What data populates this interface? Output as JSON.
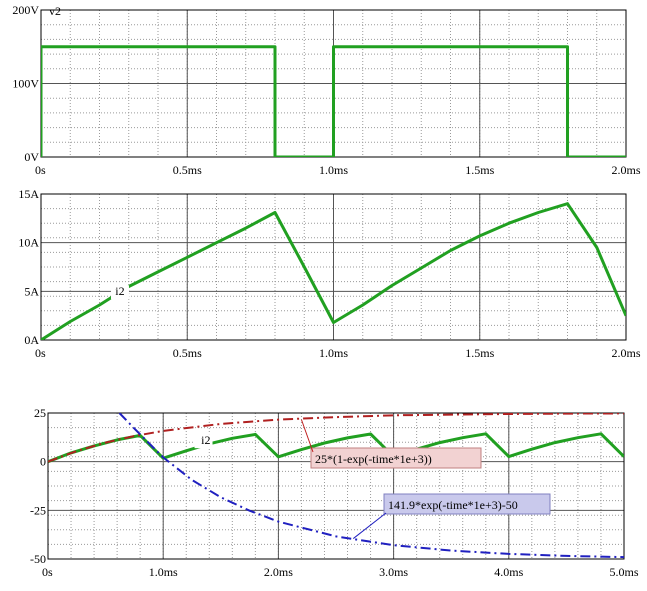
{
  "chart_data": [
    {
      "type": "line",
      "trace_label": "v2",
      "ylim": [
        0,
        200
      ],
      "xlim": [
        0,
        2.0
      ],
      "xticks": [
        0,
        0.5,
        1.0,
        1.5,
        2.0
      ],
      "xtick_labels": [
        "0s",
        "0.5ms",
        "1.0ms",
        "1.5ms",
        "2.0ms"
      ],
      "yticks": [
        0,
        100,
        200
      ],
      "ytick_labels": [
        "0V",
        "100V",
        "200V"
      ],
      "grid": true,
      "series": [
        {
          "color": "#21a021",
          "points": [
            [
              0,
              0
            ],
            [
              0,
              150
            ],
            [
              0.8,
              150
            ],
            [
              0.8,
              0
            ],
            [
              1.0,
              0
            ],
            [
              1.0,
              150
            ],
            [
              1.8,
              150
            ],
            [
              1.8,
              0
            ],
            [
              2.0,
              0
            ]
          ]
        }
      ]
    },
    {
      "type": "line",
      "trace_label": "i2",
      "ylim": [
        0,
        15
      ],
      "xlim": [
        0,
        2.0
      ],
      "xticks": [
        0,
        0.5,
        1.0,
        1.5,
        2.0
      ],
      "xtick_labels": [
        "0s",
        "0.5ms",
        "1.0ms",
        "1.5ms",
        "2.0ms"
      ],
      "yticks": [
        0,
        5,
        10,
        15
      ],
      "ytick_labels": [
        "0A",
        "5A",
        "10A",
        "15A"
      ],
      "grid": true,
      "series": [
        {
          "color": "#21a021",
          "points": [
            [
              0,
              0
            ],
            [
              0.1,
              1.9
            ],
            [
              0.2,
              3.6
            ],
            [
              0.3,
              5.5
            ],
            [
              0.4,
              7.0
            ],
            [
              0.5,
              8.5
            ],
            [
              0.6,
              10.0
            ],
            [
              0.7,
              11.5
            ],
            [
              0.8,
              13.1
            ],
            [
              0.9,
              7.5
            ],
            [
              1.0,
              1.8
            ],
            [
              1.1,
              3.6
            ],
            [
              1.2,
              5.6
            ],
            [
              1.3,
              7.4
            ],
            [
              1.4,
              9.2
            ],
            [
              1.5,
              10.7
            ],
            [
              1.6,
              12.0
            ],
            [
              1.7,
              13.1
            ],
            [
              1.8,
              14.0
            ],
            [
              1.9,
              9.5
            ],
            [
              2.0,
              2.5
            ]
          ]
        }
      ]
    },
    {
      "type": "line",
      "ylim": [
        -50,
        25
      ],
      "xlim": [
        0,
        5.0
      ],
      "xticks": [
        0,
        1.0,
        2.0,
        3.0,
        4.0,
        5.0
      ],
      "xtick_labels": [
        "0s",
        "1.0ms",
        "2.0ms",
        "3.0ms",
        "4.0ms",
        "5.0ms"
      ],
      "yticks": [
        -50,
        -25,
        0,
        25
      ],
      "ytick_labels": [
        "-50",
        "-25",
        "0",
        "25"
      ],
      "grid": true,
      "annotations": [
        "25*(1-exp(-time*1e+3))",
        "141.9*exp(-time*1e+3)-50"
      ],
      "series": [
        {
          "name": "i2",
          "color": "#21a021",
          "points": [
            [
              0,
              0
            ],
            [
              0.2,
              4.5
            ],
            [
              0.4,
              8.1
            ],
            [
              0.6,
              11.2
            ],
            [
              0.8,
              13.5
            ],
            [
              1.0,
              1.8
            ],
            [
              1.2,
              5.6
            ],
            [
              1.4,
              9.2
            ],
            [
              1.6,
              12.0
            ],
            [
              1.8,
              14.0
            ],
            [
              2.0,
              2.5
            ],
            [
              2.2,
              6.2
            ],
            [
              2.4,
              9.6
            ],
            [
              2.6,
              12.2
            ],
            [
              2.8,
              14.2
            ],
            [
              3.0,
              2.6
            ],
            [
              3.2,
              6.4
            ],
            [
              3.4,
              9.8
            ],
            [
              3.6,
              12.3
            ],
            [
              3.8,
              14.3
            ],
            [
              4.0,
              2.6
            ],
            [
              4.2,
              6.4
            ],
            [
              4.4,
              9.8
            ],
            [
              4.6,
              12.3
            ],
            [
              4.8,
              14.3
            ],
            [
              5.0,
              2.6
            ]
          ]
        },
        {
          "name": "25*(1-exp(-time*1e+3))",
          "color": "#b02020",
          "dash": "dashdot",
          "points": [
            [
              0,
              0
            ],
            [
              0.25,
              5.5
            ],
            [
              0.5,
              9.8
            ],
            [
              0.75,
              13.2
            ],
            [
              1.0,
              15.8
            ],
            [
              1.5,
              19.4
            ],
            [
              2.0,
              21.6
            ],
            [
              2.5,
              22.9
            ],
            [
              3.0,
              23.8
            ],
            [
              3.5,
              24.2
            ],
            [
              4.0,
              24.5
            ],
            [
              4.5,
              24.7
            ],
            [
              5.0,
              24.8
            ]
          ]
        },
        {
          "name": "141.9*exp(-time*1e+3)-50",
          "color": "#2020c0",
          "dash": "dashdot",
          "points": [
            [
              0.62,
              25.0
            ],
            [
              0.75,
              17.0
            ],
            [
              1.0,
              2.2
            ],
            [
              1.25,
              -9.4
            ],
            [
              1.5,
              -18.3
            ],
            [
              1.75,
              -25.2
            ],
            [
              2.0,
              -30.8
            ],
            [
              2.5,
              -38.4
            ],
            [
              3.0,
              -42.9
            ],
            [
              3.5,
              -45.7
            ],
            [
              4.0,
              -47.4
            ],
            [
              4.5,
              -48.4
            ],
            [
              5.0,
              -49.0
            ]
          ]
        }
      ]
    }
  ]
}
